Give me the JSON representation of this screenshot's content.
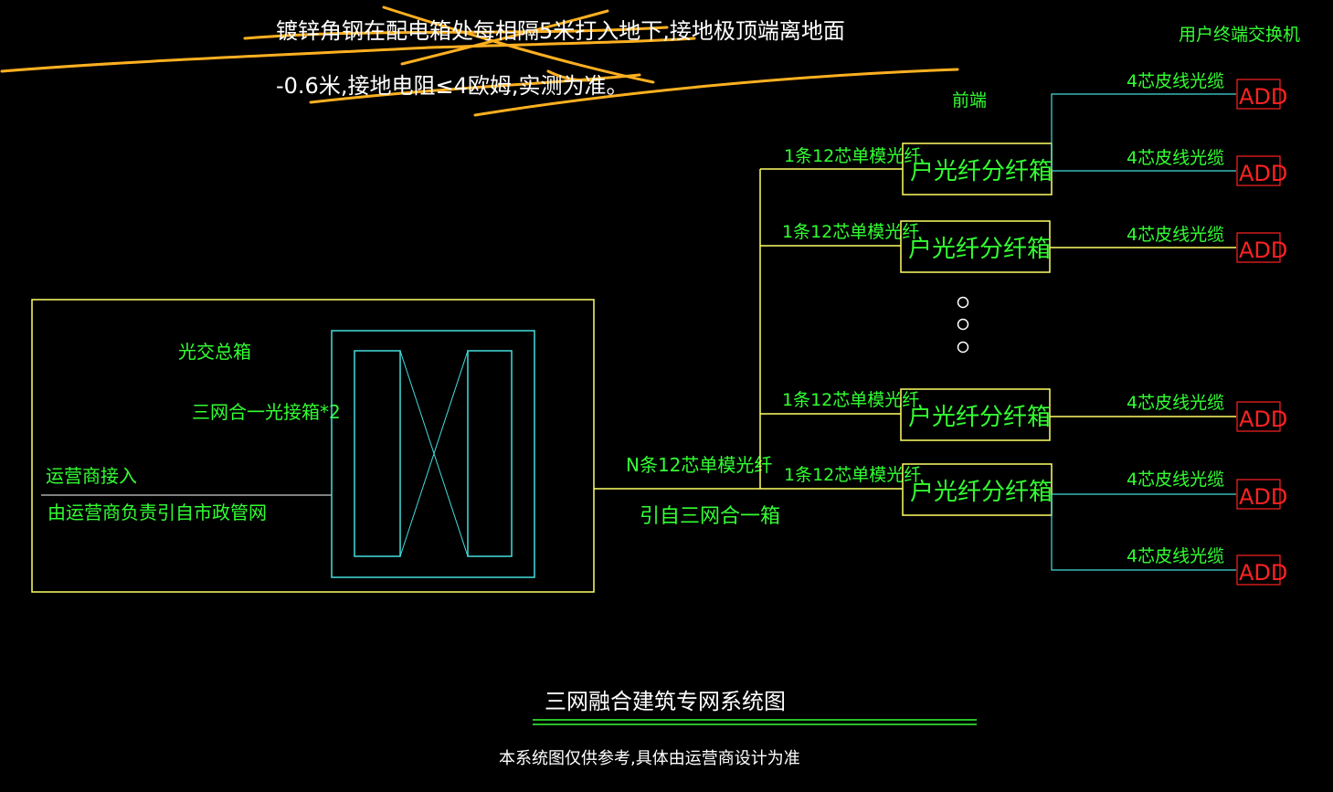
{
  "colors": {
    "background": "#000000",
    "green": "#33ff33",
    "yellow": "#ffff66",
    "cyan": "#44dddd",
    "red": "#ff2222",
    "white": "#ffffff",
    "strike": "#ffb020"
  },
  "notes": {
    "line1": "镀锌角钢在配电箱处每相隔5米打入地下,接地极顶端离地面",
    "line2": "-0.6米,接地电阻≤4欧姆,实测为准。"
  },
  "labels": {
    "user_switch": "用户终端交换机",
    "front_end": "前端",
    "main_box": "光交总箱",
    "three_net_box": "三网合一光接箱*2",
    "operator_in": "运营商接入",
    "operator_desc": "由运营商负责引自市政管网",
    "n_fiber": "N条12芯单模光纤",
    "from_box": "引自三网合一箱",
    "fiber_12": "1条12芯单模光纤",
    "splitter": "户光纤分纤箱",
    "cable_4": "4芯皮线光缆",
    "add": "ADD"
  },
  "footer": {
    "title": "三网融合建筑专网系统图",
    "note": "本系统图仅供参考,具体由运营商设计为准"
  }
}
